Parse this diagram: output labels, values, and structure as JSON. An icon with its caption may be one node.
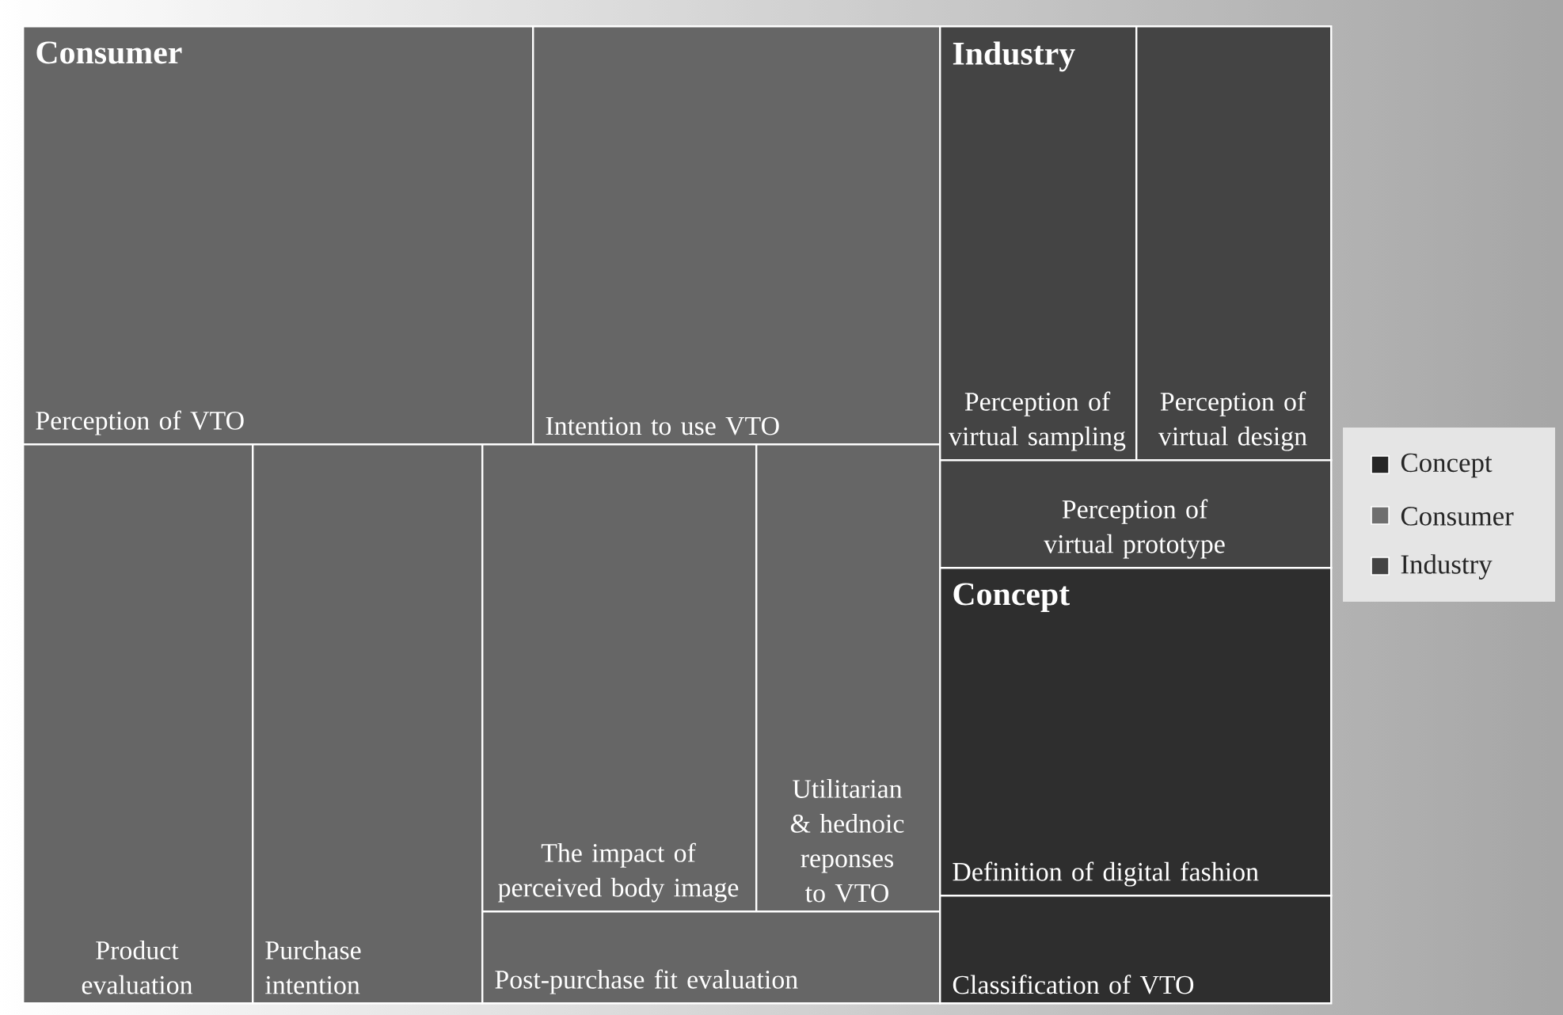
{
  "diagram": {
    "nodes": [
      {
        "text": [
          "Consumer",
          "Perception of VTO"
        ]
      },
      {
        "text": [
          "Intention to use VTO"
        ]
      },
      {
        "text": [
          "Product evaluation"
        ]
      },
      {
        "text": [
          "Purchase intention"
        ]
      },
      {
        "text": [
          "The impact of perceived body image"
        ]
      },
      {
        "text": [
          "Utilitarian & hednoic reponses to VTO"
        ]
      },
      {
        "text": [
          "Post-purchase fit evaluation"
        ]
      },
      {
        "text": [
          "Industry",
          "Perception of virtual sampling"
        ]
      },
      {
        "text": [
          "Perception of virtual design"
        ]
      },
      {
        "text": [
          "Perception of virtual prototype"
        ]
      },
      {
        "text": [
          "Concept",
          "Definition of digital fashion"
        ]
      },
      {
        "text": [
          "Classification of VTO"
        ]
      }
    ],
    "legend": [
      {
        "text": "Concept",
        "color": "#262626"
      },
      {
        "text": "Consumer",
        "color": "#6f6f6f"
      },
      {
        "text": "Industry",
        "color": "#444444"
      }
    ]
  }
}
